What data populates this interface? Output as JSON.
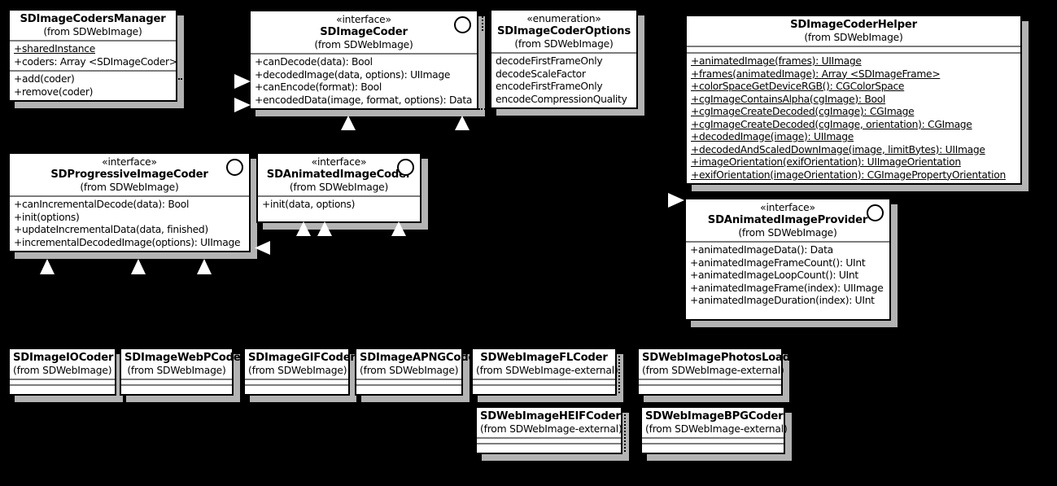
{
  "diagram": {
    "kind": "uml-class-diagram",
    "colors": {
      "background": "#000000",
      "box_fill": "#ffffff",
      "box_border": "#000000",
      "compartment_separator": "#7d7d7d",
      "shadow": "#b3b3b3",
      "arrow_fill": "#ffffff",
      "text": "#000000"
    }
  },
  "classes": {
    "codersManager": {
      "name": "SDImageCodersManager",
      "from": "(from SDWebImage)",
      "attributes": [
        "+sharedInstance",
        "+coders: Array <SDImageCoder>"
      ],
      "methods": [
        "+add(coder)",
        "+remove(coder)"
      ]
    },
    "imageCoder": {
      "stereotype": "«interface»",
      "name": "SDImageCoder",
      "from": "(from SDWebImage)",
      "methods": [
        "+canDecode(data): Bool",
        "+decodedImage(data, options): UIImage",
        "+canEncode(format): Bool",
        "+encodedData(image, format, options): Data"
      ]
    },
    "coderOptions": {
      "stereotype": "«enumeration»",
      "name": "SDImageCoderOptions",
      "from": "(from SDWebImage)",
      "values": [
        "decodeFirstFrameOnly",
        "decodeScaleFactor",
        "encodeFirstFrameOnly",
        "encodeCompressionQuality"
      ]
    },
    "coderHelper": {
      "name": "SDImageCoderHelper",
      "from": "(from SDWebImage)",
      "methods": [
        "+animatedImage(frames): UIImage",
        "+frames(animatedImage): Array <SDImageFrame>",
        "+colorSpaceGetDeviceRGB(): CGColorSpace",
        "+cgImageContainsAlpha(cgImage): Bool",
        "+cgImageCreateDecoded(cgImage): CGImage",
        "+cgImageCreateDecoded(cgImage, orientation): CGImage",
        "+decodedImage(image): UIImage",
        "+decodedAndScaledDownImage(image, limitBytes): UIImage",
        "+imageOrientation(exifOrientation): UIImageOrientation",
        "+exifOrientation(imageOrientation): CGImagePropertyOrientation"
      ]
    },
    "progressiveCoder": {
      "stereotype": "«interface»",
      "name": "SDProgressiveImageCoder",
      "from": "(from SDWebImage)",
      "methods": [
        "+canIncrementalDecode(data): Bool",
        "+init(options)",
        "+updateIncrementalData(data, finished)",
        "+incrementalDecodedImage(options): UIImage"
      ]
    },
    "animatedCoder": {
      "stereotype": "«interface»",
      "name": "SDAnimatedImageCoder",
      "from": "(from SDWebImage)",
      "methods": [
        "+init(data, options)"
      ]
    },
    "animatedProvider": {
      "stereotype": "«interface»",
      "name": "SDAnimatedImageProvider",
      "from": "(from SDWebImage)",
      "methods": [
        "+animatedImageData(): Data",
        "+animatedImageFrameCount(): UInt",
        "+animatedImageLoopCount(): UInt",
        "+animatedImageFrame(index): UIImage",
        "+animatedImageDuration(index): UInt"
      ]
    },
    "ioCoder": {
      "name": "SDImageIOCoder",
      "from": "(from SDWebImage)"
    },
    "webpCoder": {
      "name": "SDImageWebPCoder",
      "from": "(from SDWebImage)"
    },
    "gifCoder": {
      "name": "SDImageGIFCoder",
      "from": "(from SDWebImage)"
    },
    "apngCoder": {
      "name": "SDImageAPNGCoder",
      "from": "(from SDWebImage)"
    },
    "flCoder": {
      "name": "SDWebImageFLCoder",
      "from": "(from SDWebImage-external)"
    },
    "photosLoader": {
      "name": "SDWebImagePhotosLoader",
      "from": "(from SDWebImage-external)"
    },
    "heifCoder": {
      "name": "SDWebImageHEIFCoder",
      "from": "(from SDWebImage-external)"
    },
    "bpgCoder": {
      "name": "SDWebImageBPGCoder",
      "from": "(from SDWebImage-external)"
    }
  }
}
